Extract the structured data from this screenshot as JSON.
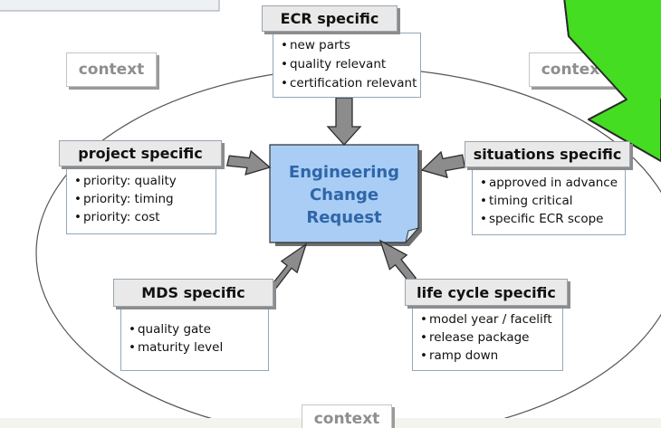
{
  "center": {
    "lines": [
      "Engineering",
      "Change",
      "Request"
    ]
  },
  "boxes": {
    "ecr": {
      "title": "ECR specific",
      "items": [
        "new parts",
        "quality relevant",
        "certification relevant"
      ]
    },
    "project": {
      "title": "project specific",
      "items": [
        "priority: quality",
        "priority: timing",
        "priority: cost"
      ]
    },
    "situations": {
      "title": "situations specific",
      "items": [
        "approved in advance",
        "timing critical",
        "specific ECR scope"
      ]
    },
    "mds": {
      "title": "MDS specific",
      "items": [
        "quality gate",
        "maturity level"
      ]
    },
    "lifecycle": {
      "title": "life cycle specific",
      "items": [
        "model year / facelift",
        "release package",
        "ramp down"
      ]
    }
  },
  "context": {
    "left": "context",
    "right": "context",
    "bottom": "context"
  },
  "colors": {
    "accent_green": "#44dd22",
    "center_fill": "#a9cdf5",
    "center_text": "#2f66a8",
    "header_fill": "#e9e9e9",
    "arrow_fill": "#8c8c8c"
  }
}
